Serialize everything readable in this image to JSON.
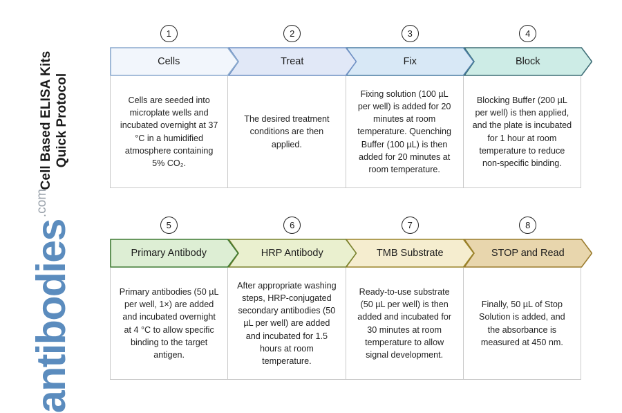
{
  "title": {
    "line1": "Cell Based ELISA Kits",
    "line2": "Quick Protocol"
  },
  "logo": {
    "word": "antibodies",
    "suffix": ".com",
    "word_color": "#5b8cbe",
    "suffix_color": "#9aa2ab"
  },
  "rows": [
    {
      "steps": [
        {
          "number": "1",
          "label": "Cells",
          "fill": "#f2f6fc",
          "stroke": "#8aa9cd",
          "body": "Cells are seeded into microplate wells and incubated overnight at 37 °C in a humidified atmosphere containing 5% CO₂."
        },
        {
          "number": "2",
          "label": "Treat",
          "fill": "#e1e8f7",
          "stroke": "#6f90c4",
          "body": "The desired treatment conditions are then applied."
        },
        {
          "number": "3",
          "label": "Fix",
          "fill": "#d8e8f6",
          "stroke": "#4a7da3",
          "body": "Fixing solution (100 µL per well) is added for 20 minutes at room temperature. Quenching Buffer (100 µL) is then added for 20 minutes at room temperature."
        },
        {
          "number": "4",
          "label": "Block",
          "fill": "#cdece6",
          "stroke": "#3f6e77",
          "body": "Blocking Buffer (200 µL per well) is then applied, and the plate is incubated for 1 hour at room temperature to reduce non-specific binding."
        }
      ]
    },
    {
      "steps": [
        {
          "number": "5",
          "label": "Primary Antibody",
          "fill": "#ddeed4",
          "stroke": "#3f7a33",
          "body": "Primary antibodies (50 µL per well, 1×) are added and incubated overnight at 4 °C to allow specific binding to the target antigen."
        },
        {
          "number": "6",
          "label": "HRP Antibody",
          "fill": "#eaf0cf",
          "stroke": "#79812d",
          "body": "After appropriate washing steps, HRP-conjugated secondary antibodies (50 µL per well) are added and incubated for 1.5 hours at room temperature."
        },
        {
          "number": "7",
          "label": "TMB Substrate",
          "fill": "#f5edcf",
          "stroke": "#9a8428",
          "body": "Ready-to-use substrate (50 µL per well) is then added and incubated for 30 minutes at room temperature to allow signal development."
        },
        {
          "number": "8",
          "label": "STOP and Read",
          "fill": "#e8d6ad",
          "stroke": "#9a7b2d",
          "body": "Finally, 50 µL of Stop Solution is added, and the absorbance is measured at 450 nm."
        }
      ]
    }
  ]
}
